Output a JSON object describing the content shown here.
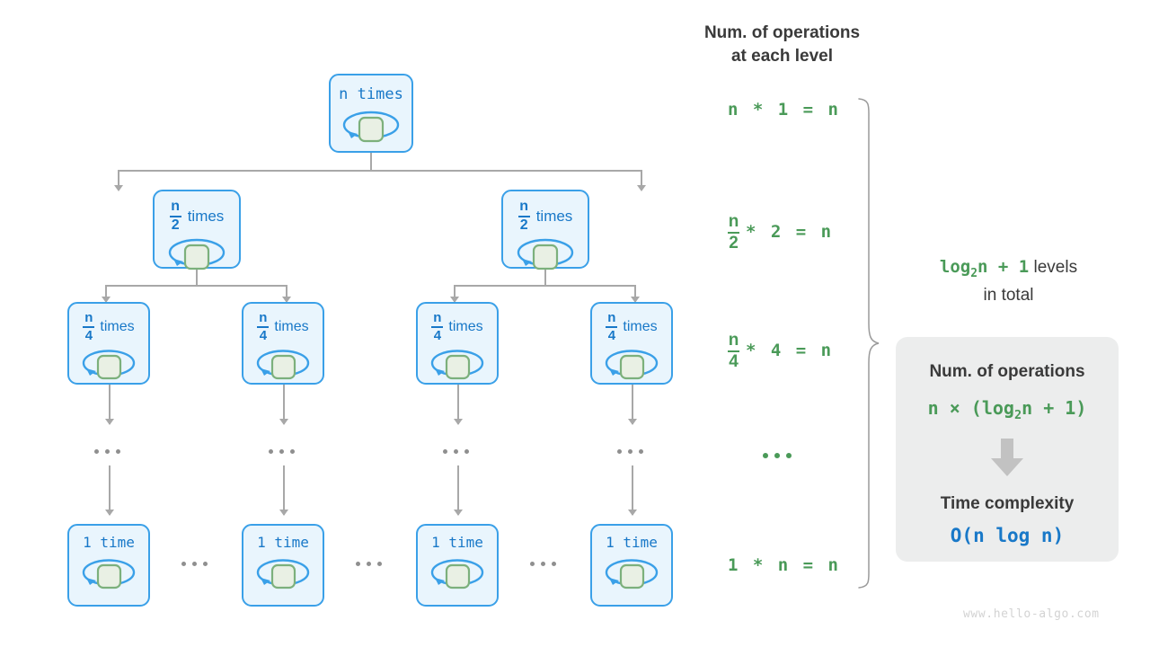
{
  "title": "Num. of operations at each level",
  "column_header": {
    "line1": "Num. of operations",
    "line2": "at each level"
  },
  "colors": {
    "node_fill": "#e9f5fd",
    "node_border": "#3aa0e8",
    "node_text": "#1878c8",
    "inner_square_fill": "#e9f0e4",
    "inner_square_border": "#7cb07c",
    "connector": "#a8a8a8",
    "formula_green": "#4a9a58",
    "heading_gray": "#3a3a3a",
    "infobox_bg": "#eceded",
    "watermark": "#d3d3d3"
  },
  "tree": {
    "levels": [
      {
        "level": 0,
        "nodes": [
          {
            "numerator": "n",
            "denominator": "",
            "label": "n times",
            "is_fraction": false
          }
        ]
      },
      {
        "level": 1,
        "nodes": [
          {
            "numerator": "n",
            "denominator": "2",
            "label": "times",
            "is_fraction": true
          },
          {
            "numerator": "n",
            "denominator": "2",
            "label": "times",
            "is_fraction": true
          }
        ]
      },
      {
        "level": 2,
        "nodes": [
          {
            "numerator": "n",
            "denominator": "4",
            "label": "times",
            "is_fraction": true
          },
          {
            "numerator": "n",
            "denominator": "4",
            "label": "times",
            "is_fraction": true
          },
          {
            "numerator": "n",
            "denominator": "4",
            "label": "times",
            "is_fraction": true
          },
          {
            "numerator": "n",
            "denominator": "4",
            "label": "times",
            "is_fraction": true
          }
        ]
      },
      {
        "level": 3,
        "nodes": [
          {
            "label": "ellipsis"
          },
          {
            "label": "ellipsis"
          },
          {
            "label": "ellipsis"
          },
          {
            "label": "ellipsis"
          }
        ]
      },
      {
        "level": 4,
        "nodes": [
          {
            "numerator": "1",
            "denominator": "",
            "label": "1 time",
            "is_fraction": false
          },
          {
            "numerator": "1",
            "denominator": "",
            "label": "1 time",
            "is_fraction": false
          },
          {
            "numerator": "1",
            "denominator": "",
            "label": "1 time",
            "is_fraction": false
          },
          {
            "numerator": "1",
            "denominator": "",
            "label": "1 time",
            "is_fraction": false
          }
        ]
      }
    ]
  },
  "operations_rows": [
    {
      "id": "row-level-0",
      "kind": "formula",
      "numerator": "n",
      "denominator": "",
      "is_fraction": false,
      "text": "n * 1 = n"
    },
    {
      "id": "row-level-1",
      "kind": "formula",
      "numerator": "n",
      "denominator": "2",
      "is_fraction": true,
      "text": "* 2 = n"
    },
    {
      "id": "row-level-2",
      "kind": "formula",
      "numerator": "n",
      "denominator": "4",
      "is_fraction": true,
      "text": "* 4 = n"
    },
    {
      "id": "row-level-3",
      "kind": "ellipsis",
      "text": "..."
    },
    {
      "id": "row-level-4",
      "kind": "formula",
      "numerator": "1",
      "denominator": "",
      "is_fraction": false,
      "text": "1 * n = n"
    }
  ],
  "levels_note": {
    "formula": "log2n + 1",
    "formula_base": "2",
    "formula_prefix": "log",
    "formula_suffix": "n + 1",
    "after": " levels",
    "line2": "in total"
  },
  "infobox": {
    "heading_operations": "Num. of operations",
    "formula_operations_prefix": "n × (log",
    "formula_operations_base": "2",
    "formula_operations_suffix": "n + 1)",
    "arrow": "down-arrow",
    "heading_complexity": "Time complexity",
    "complexity_value": "O(n log n)"
  },
  "watermark": "www.hello-algo.com"
}
